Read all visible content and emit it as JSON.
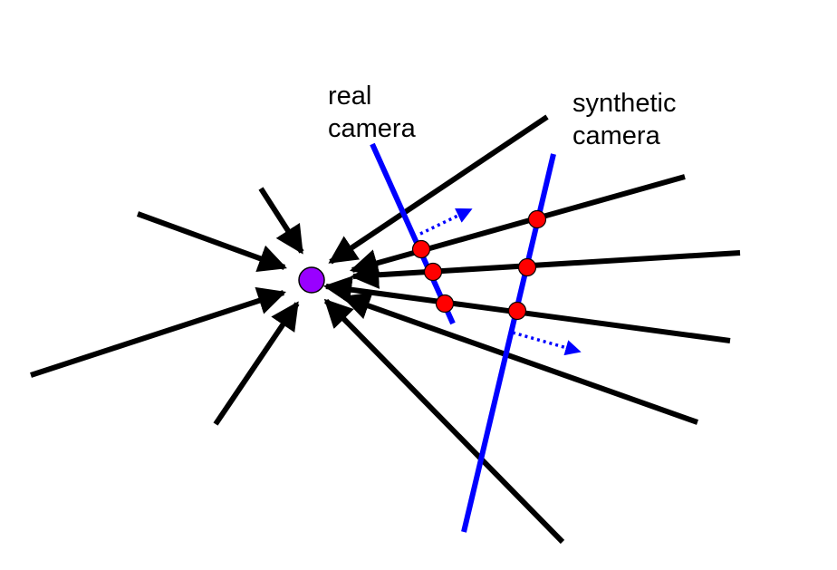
{
  "labels": {
    "real_camera": [
      "real",
      "camera"
    ],
    "synthetic_camera": [
      "synthetic",
      "camera"
    ]
  },
  "colors": {
    "ray": "#000000",
    "camera_plane": "#0000ff",
    "intersection_point": "#ff0000",
    "scene_point": "#9900ff",
    "motion_arrow": "#0000ff"
  }
}
